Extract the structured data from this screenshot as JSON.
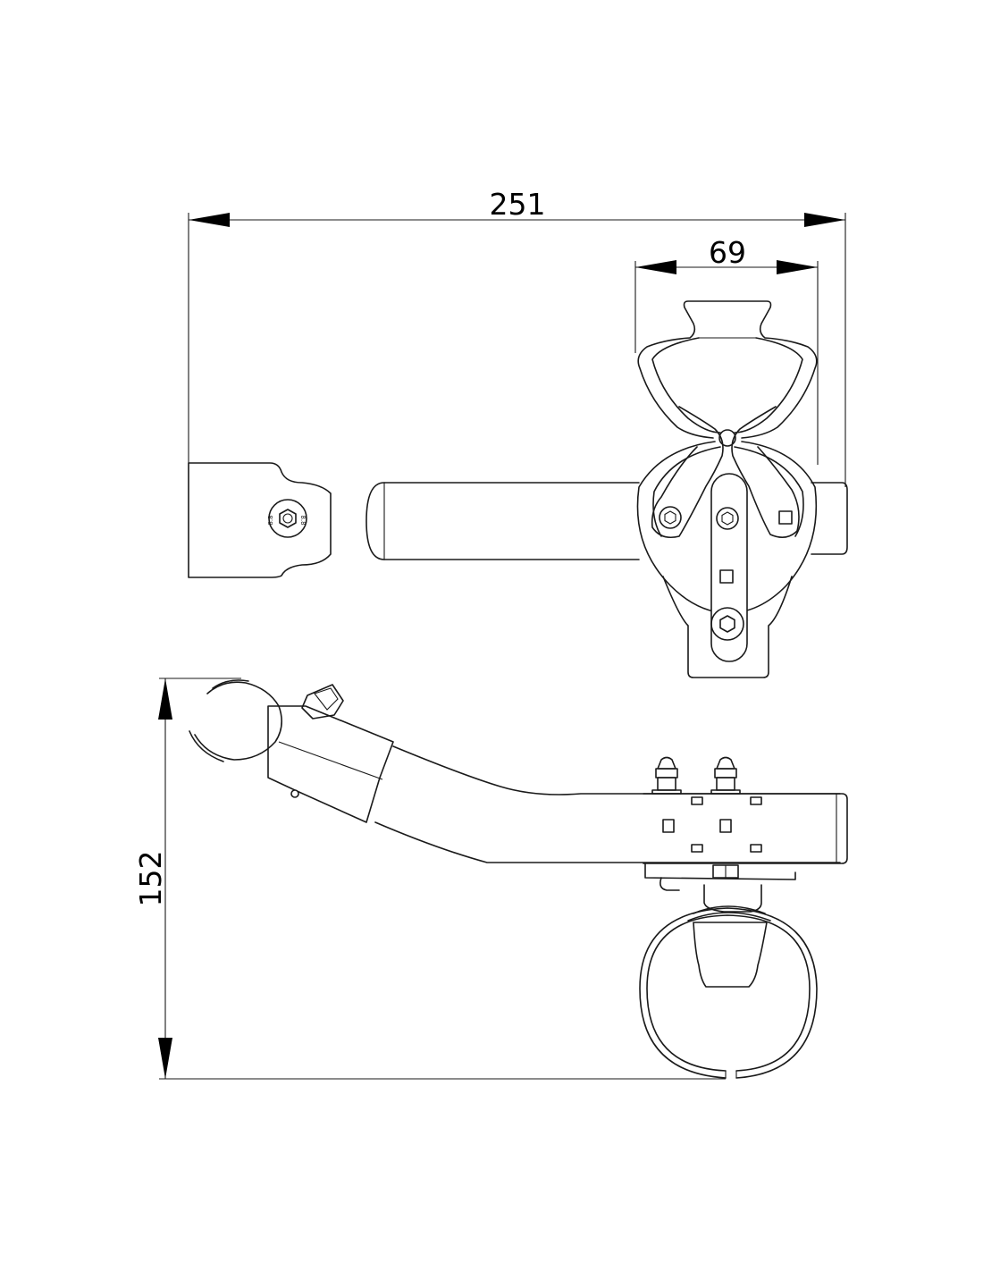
{
  "dimensions": {
    "overall_width": "251",
    "clamp_width": "69",
    "overall_height": "152"
  }
}
